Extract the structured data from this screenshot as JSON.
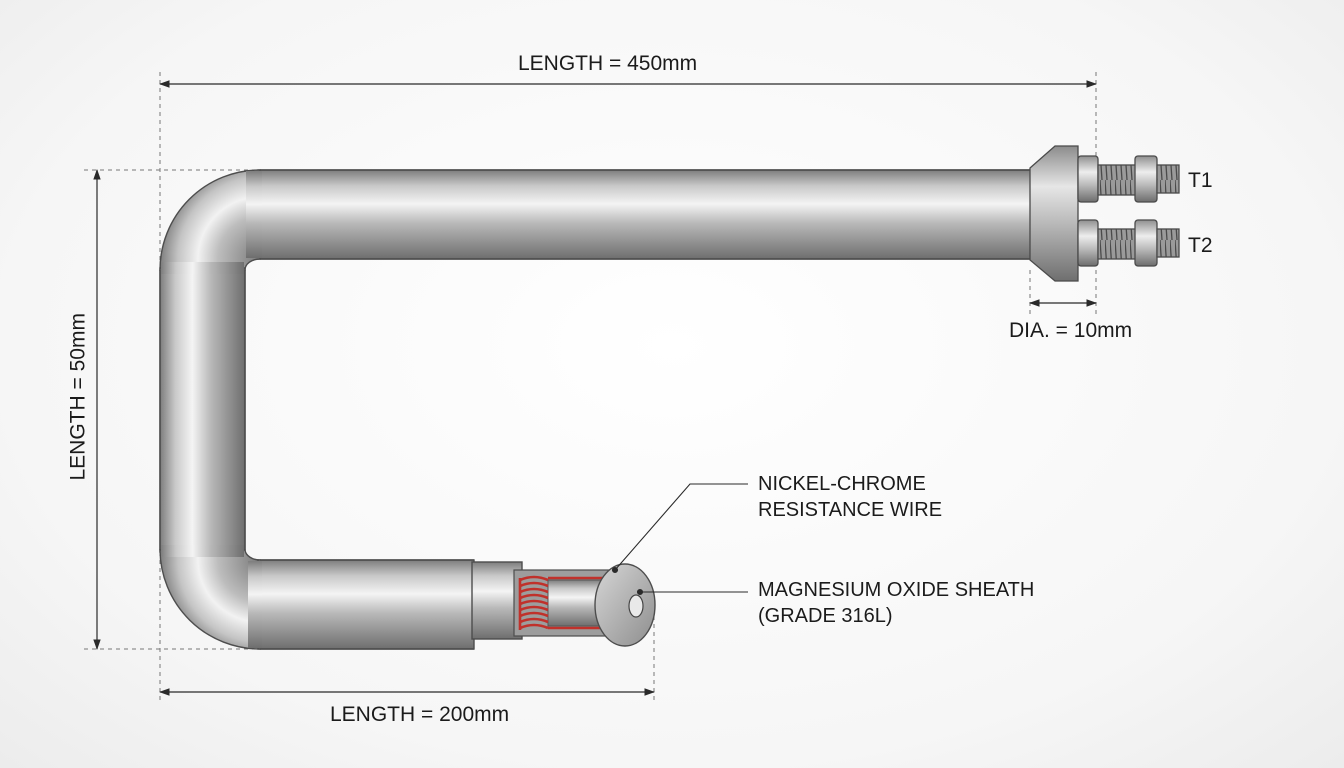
{
  "dimensions": {
    "top_length": "LENGTH = 450mm",
    "side_length": "LENGTH = 50mm",
    "bottom_length": "LENGTH = 200mm",
    "diameter": "DIA. = 10mm"
  },
  "terminals": {
    "t1": "T1",
    "t2": "T2"
  },
  "callouts": {
    "wire_line1": "NICKEL-CHROME",
    "wire_line2": "RESISTANCE WIRE",
    "sheath_line1": "MAGNESIUM OXIDE SHEATH",
    "sheath_line2": "(GRADE 316L)"
  },
  "colors": {
    "tube": "#a9a9a9",
    "wire": "#c0312b",
    "line": "#2a2a2a"
  }
}
